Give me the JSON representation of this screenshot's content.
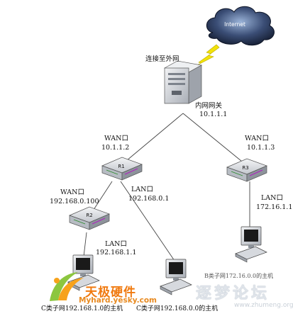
{
  "cloud": {
    "label": "Internet"
  },
  "gateway": {
    "title": "连接至外网",
    "inner_label": "内网网关",
    "inner_ip": "10.1.1.1"
  },
  "router_r1": {
    "name": "R1",
    "wan_label": "WAN口",
    "wan_ip": "10.1.1.2",
    "lan_label": "LAN口",
    "lan_ip": "192.168.0.1"
  },
  "router_r2": {
    "name": "R2",
    "wan_label": "WAN口",
    "wan_ip": "192.168.0.100",
    "lan_label": "LAN口",
    "lan_ip": "192.168.1.1"
  },
  "router_r3": {
    "name": "R3",
    "wan_label": "WAN口",
    "wan_ip": "10.1.1.3",
    "lan_label": "LAN口",
    "lan_ip": "172.16.1.1"
  },
  "hosts": {
    "left": "C类子网192.168.1.0的主机",
    "middle": "C类子网192.168.0.0的主机",
    "right": "B类子网172.16.0.0的主机"
  },
  "watermarks": {
    "logo_cn": "天极硬件",
    "logo_url": "Myhard.yesky.com",
    "site_cn": "逐梦论坛",
    "site_url": "www.zhumeng.org"
  },
  "colors": {
    "cloud_dark": "#1d2a44",
    "cloud_light": "#8fa9cf",
    "lightning": "#f2e20a",
    "device": "#c8ccd2",
    "router_led": "#b020c0"
  }
}
